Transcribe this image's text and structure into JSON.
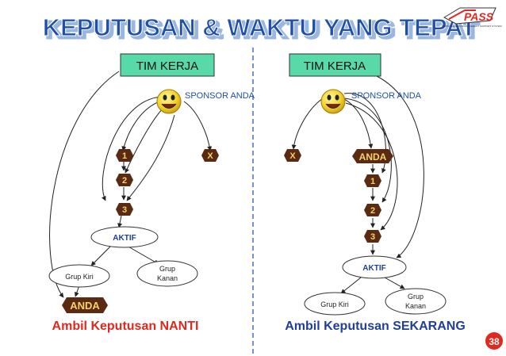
{
  "slide": {
    "title": "KEPUTUSAN & WAKTU YANG TEPAT",
    "page_number": "38",
    "logo": {
      "text": "PASS",
      "tagline": "PERSONALIZED ADVANCEMENT SUPPORT SYSTEM"
    }
  },
  "left_panel": {
    "team_label": "TIM KERJA",
    "sponsor_label": "SPONSOR ANDA",
    "nodes": {
      "n1": "1",
      "n2": "2",
      "n3": "3",
      "x": "X",
      "aktif": "AKTIF",
      "grup_kiri": "Grup Kiri",
      "grup_kanan_1": "Grup",
      "grup_kanan_2": "Kanan",
      "anda": "ANDA"
    },
    "caption": "Ambil Keputusan NANTI"
  },
  "right_panel": {
    "team_label": "TIM KERJA",
    "sponsor_label": "SPONSOR ANDA",
    "nodes": {
      "x": "X",
      "anda": "ANDA",
      "n1": "1",
      "n2": "2",
      "n3": "3",
      "aktif": "AKTIF",
      "grup_kiri": "Grup Kiri",
      "grup_kanan_1": "Grup",
      "grup_kanan_2": "Kanan"
    },
    "caption": "Ambil Keputusan SEKARANG"
  },
  "colors": {
    "title_fill": "#1f4fa8",
    "title_shadow": "#9bb7e0",
    "team_box": "#58d9a8",
    "dark_node": "#5a2a12",
    "dark_node_text": "#f5d26a",
    "sponsor_text": "#1f4fa8",
    "caption_left": "#e0281f",
    "caption_right": "#1f3f9a",
    "page_badge": "#e0281f",
    "divider": "#4a6fc2",
    "edge": "#222222"
  }
}
